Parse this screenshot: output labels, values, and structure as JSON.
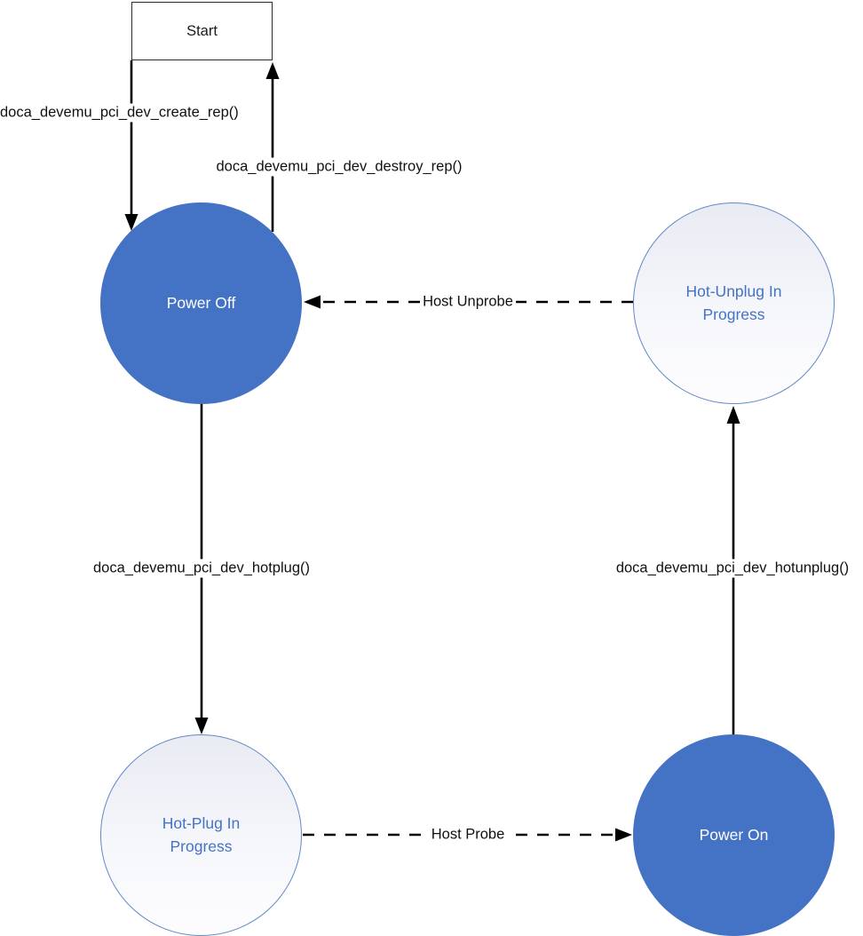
{
  "colors": {
    "accent_blue": "#4472C4",
    "state_text_light": "#ffffff",
    "line_color": "#000000",
    "outlined_fill_top": "#e9ebf3",
    "outlined_fill_bottom": "#fdfdfe"
  },
  "start_node": {
    "label": "Start"
  },
  "states": {
    "power_off": {
      "label": "Power Off",
      "style": "filled"
    },
    "hot_unplug_in_progress": {
      "label": "Hot-Unplug In Progress",
      "style": "outlined"
    },
    "hot_plug_in_progress": {
      "label": "Hot-Plug In Progress",
      "style": "outlined"
    },
    "power_on": {
      "label": "Power On",
      "style": "filled"
    }
  },
  "transitions": {
    "create_rep": {
      "label": "doca_devemu_pci_dev_create_rep()",
      "from": "Start",
      "to": "Power Off",
      "line_style": "solid"
    },
    "destroy_rep": {
      "label": "doca_devemu_pci_dev_destroy_rep()",
      "from": "Power Off",
      "to": "Start",
      "line_style": "solid"
    },
    "host_unprobe": {
      "label": "Host Unprobe",
      "from": "Hot-Unplug In Progress",
      "to": "Power Off",
      "line_style": "dashed"
    },
    "hotplug": {
      "label": "doca_devemu_pci_dev_hotplug()",
      "from": "Power Off",
      "to": "Hot-Plug In Progress",
      "line_style": "solid"
    },
    "host_probe": {
      "label": "Host Probe",
      "from": "Hot-Plug In Progress",
      "to": "Power On",
      "line_style": "dashed"
    },
    "hotunplug": {
      "label": "doca_devemu_pci_dev_hotunplug()",
      "from": "Power On",
      "to": "Hot-Unplug In Progress",
      "line_style": "solid"
    }
  }
}
